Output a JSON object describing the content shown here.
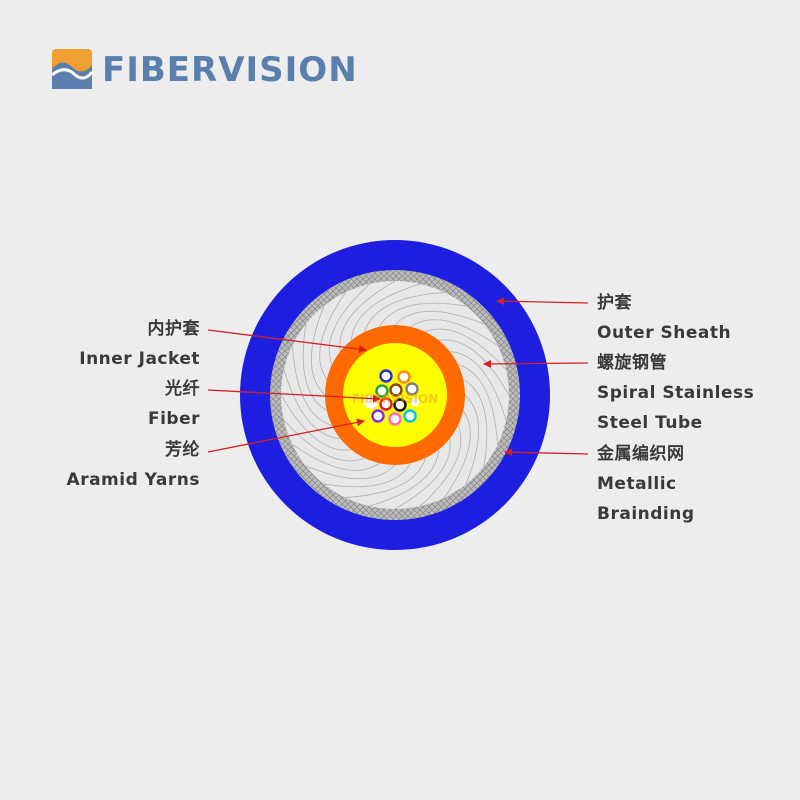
{
  "brand": {
    "name": "FIBERVISION",
    "watermark": "FIBERVISION",
    "colors": {
      "blue": "#5b7fad",
      "orange": "#f0a030"
    }
  },
  "labels_left": [
    {
      "key": "inner_jacket",
      "zh": "内护套",
      "en": [
        "Inner Jacket"
      ]
    },
    {
      "key": "fiber",
      "zh": "光纤",
      "en": [
        "Fiber"
      ]
    },
    {
      "key": "aramid",
      "zh": "芳纶",
      "en": [
        "Aramid Yarns"
      ]
    }
  ],
  "labels_right": [
    {
      "key": "outer_sheath",
      "zh": "护套",
      "en": [
        "Outer Sheath"
      ]
    },
    {
      "key": "spiral_tube",
      "zh": "螺旋钢管",
      "en": [
        "Spiral Stainless",
        "Steel Tube"
      ]
    },
    {
      "key": "braiding",
      "zh": "金属编织网",
      "en": [
        "Metallic",
        "Brainding"
      ]
    }
  ],
  "layer_colors": {
    "outer_sheath": "#1d1ee0",
    "braid": "#b9b9b9",
    "spiral_tube": "#e6e6e6",
    "inner_jacket": "#ff6a00",
    "aramid": "#ffff00",
    "arrow": "#d81e1e"
  },
  "fiber_colors": [
    "#2233cc",
    "#ff8800",
    "#20a040",
    "#8b4513",
    "#808080",
    "#ffffff",
    "#d81e1e",
    "#111111",
    "#ffff00",
    "#8a2be2",
    "#ff69b4",
    "#00c8d8"
  ]
}
